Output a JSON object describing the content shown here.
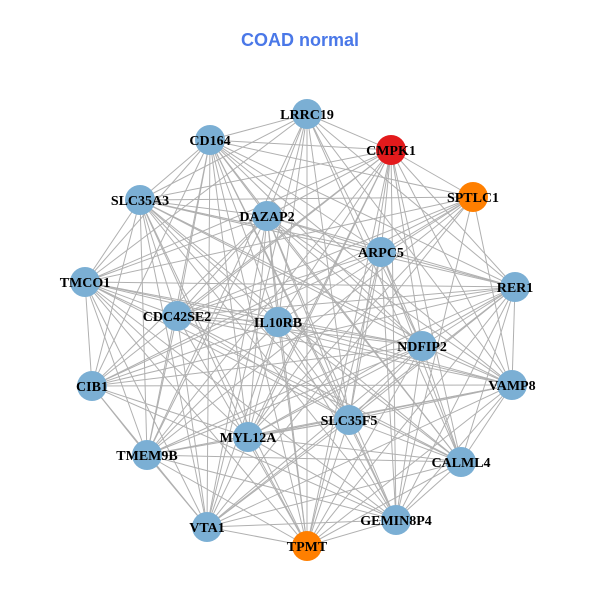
{
  "title": "COAD normal",
  "colors": {
    "default": "#7bafd4",
    "highlight_red": "#e31a1c",
    "highlight_orange": "#ff7f00",
    "edge": "#b0b0b0"
  },
  "nodes": [
    {
      "id": "LRRC19",
      "color": "#7bafd4"
    },
    {
      "id": "CD164",
      "color": "#7bafd4"
    },
    {
      "id": "CMPK1",
      "color": "#e31a1c"
    },
    {
      "id": "SPTLC1",
      "color": "#ff7f00"
    },
    {
      "id": "SLC35A3",
      "color": "#7bafd4"
    },
    {
      "id": "DAZAP2",
      "color": "#7bafd4"
    },
    {
      "id": "ARPC5",
      "color": "#7bafd4"
    },
    {
      "id": "TMCO1",
      "color": "#7bafd4"
    },
    {
      "id": "RER1",
      "color": "#7bafd4"
    },
    {
      "id": "CDC42SE2",
      "color": "#7bafd4"
    },
    {
      "id": "IL10RB",
      "color": "#7bafd4"
    },
    {
      "id": "NDFIP2",
      "color": "#7bafd4"
    },
    {
      "id": "CIB1",
      "color": "#7bafd4"
    },
    {
      "id": "VAMP8",
      "color": "#7bafd4"
    },
    {
      "id": "SLC35F5",
      "color": "#7bafd4"
    },
    {
      "id": "MYL12A",
      "color": "#7bafd4"
    },
    {
      "id": "TMEM9B",
      "color": "#7bafd4"
    },
    {
      "id": "CALML4",
      "color": "#7bafd4"
    },
    {
      "id": "GEMIN8P4",
      "color": "#7bafd4"
    },
    {
      "id": "VTA1",
      "color": "#7bafd4"
    },
    {
      "id": "TPMT",
      "color": "#ff7f00"
    }
  ]
}
